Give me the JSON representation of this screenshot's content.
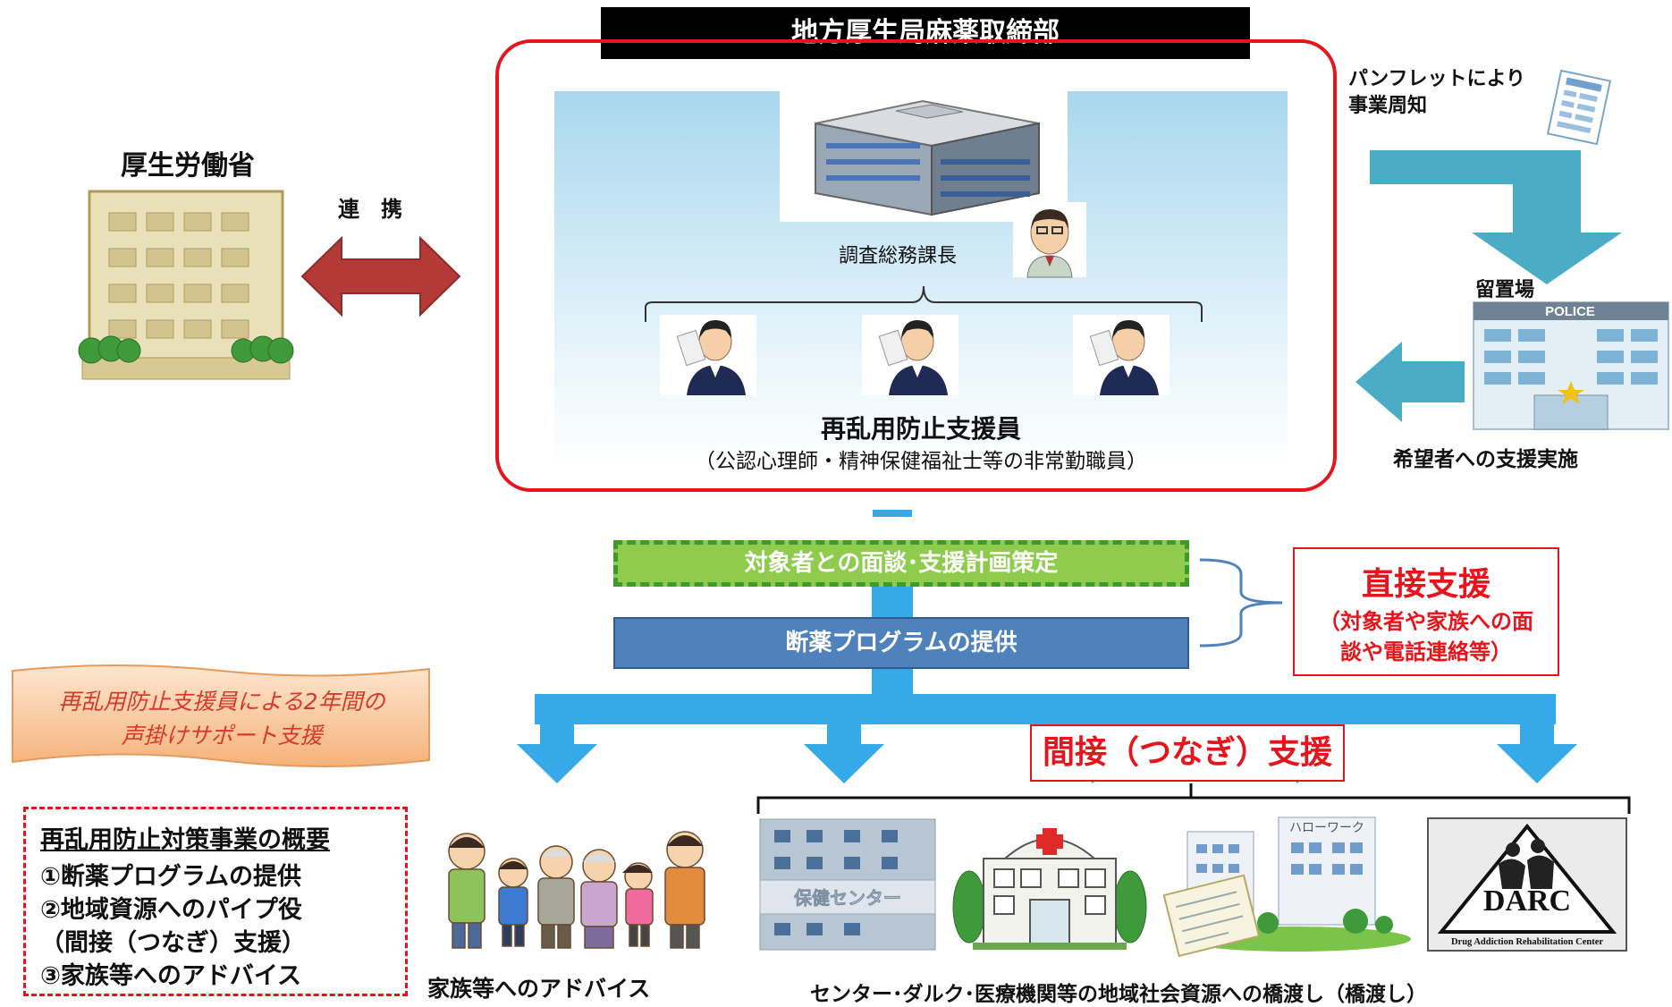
{
  "header": {
    "title": "地方厚生局麻薬取締部"
  },
  "ministry": {
    "name": "厚生労働省"
  },
  "link": {
    "label": "連　携"
  },
  "office": {
    "chief": "調査総務課長",
    "staff_title": "再乱用防止支援員",
    "staff_note": "（公認心理師・精神保健福祉士等の非常勤職員）"
  },
  "pamphlet": {
    "label": "パンフレットにより事業周知"
  },
  "detention": {
    "label": "留置場",
    "police_sign": "POLICE",
    "support": "希望者への支援実施"
  },
  "steps": {
    "interview": "対象者との面談･支援計画策定",
    "program": "断薬プログラムの提供"
  },
  "direct": {
    "title": "直接支援",
    "detail": "（対象者や家族への面談や電話連絡等）"
  },
  "indirect": {
    "title": "間接（つなぎ）支援"
  },
  "banner": {
    "text": "再乱用防止支援員による2年間の声掛けサポート支援"
  },
  "overview": {
    "title": "再乱用防止対策事業の概要",
    "items": [
      "①断薬プログラムの提供",
      "②地域資源へのパイプ役",
      "（間接（つなぎ）支援）",
      "③家族等へのアドバイス"
    ]
  },
  "family": {
    "label": "家族等へのアドバイス"
  },
  "resources": {
    "health_center": "保健センター",
    "hello_work": "ハローワーク",
    "darc": "DARC",
    "darc_full": "Drug Addiction Rehabilitation Center",
    "bridge": "センター･ダルク･医療機関等の地域社会資源への橋渡し（橋渡し）"
  },
  "colors": {
    "accent_red": "#e8141b",
    "arrow_blue": "#36aae8",
    "teal_arrow": "#4bacc6",
    "green": "#8fcc4e",
    "blue_box": "#4f81bd",
    "link_arrow": "#b33a36"
  }
}
